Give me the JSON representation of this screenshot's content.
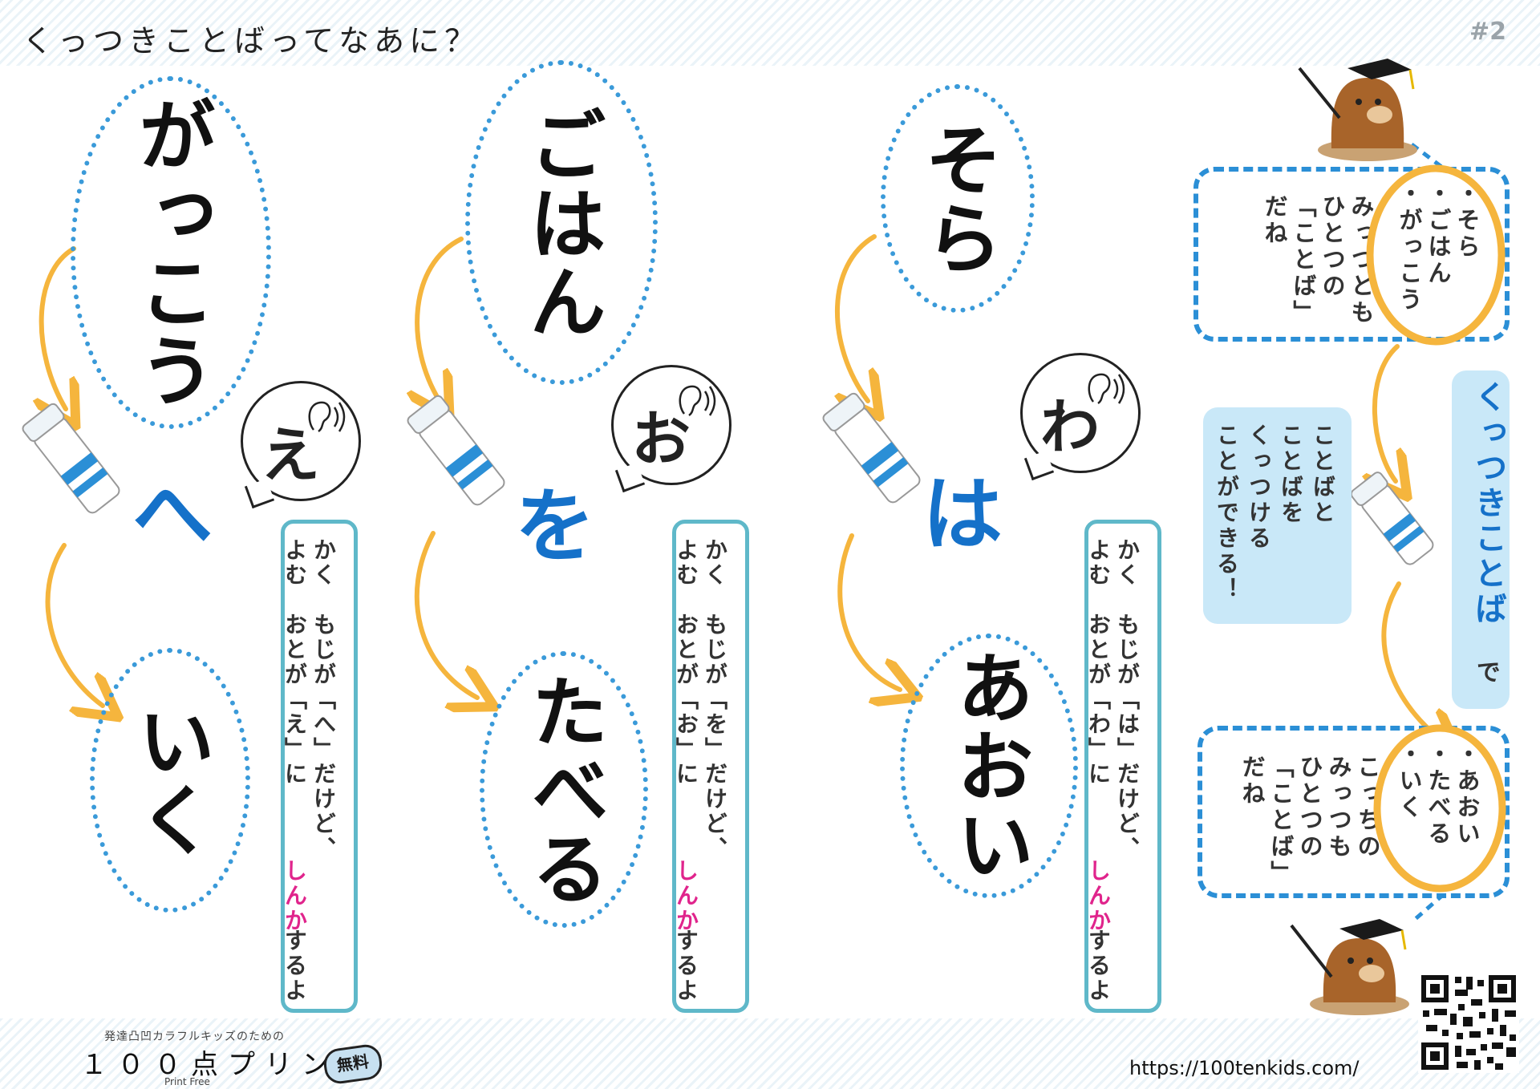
{
  "header": {
    "title": "くっつきことばってなあに？",
    "page_number": "#2"
  },
  "columns": [
    {
      "top_word": "がっこう",
      "particle": "へ",
      "sound": "え",
      "bottom_word": "いく",
      "note": {
        "line1": "かく　もじが「へ」だけど、",
        "line2": "よむ　おとが「え」に",
        "shinka": "しんか",
        "end": "するよ"
      }
    },
    {
      "top_word": "ごはん",
      "particle": "を",
      "sound": "お",
      "bottom_word": "たべる",
      "note": {
        "line1": "かく　もじが「を」だけど、",
        "line2": "よむ　おとが「お」に",
        "shinka": "しんか",
        "end": "するよ"
      }
    },
    {
      "top_word": "そら",
      "particle": "は",
      "sound": "わ",
      "bottom_word": "あおい",
      "note": {
        "line1": "かく　もじが「は」だけど、",
        "line2": "よむ　おとが「わ」に",
        "shinka": "しんか",
        "end": "するよ"
      }
    }
  ],
  "explain": {
    "box1": {
      "items": [
        "・そら",
        "・ごはん",
        "・がっこう"
      ],
      "lines": [
        "みっつとも",
        "ひとつの",
        "「ことば」",
        "だね"
      ]
    },
    "keyword": "くっつきことば",
    "keyword_suffix": "で",
    "panel_lines": [
      "ことばと",
      "ことばを",
      "くっつける",
      "ことができる！"
    ],
    "box2": {
      "items": [
        "・あおい",
        "・たべる",
        "・いく"
      ],
      "lines": [
        "こっちの",
        "みっつも",
        "ひとつの",
        "「ことば」",
        "だね"
      ]
    }
  },
  "footer": {
    "tagline": "発達凸凹カラフルキッズのための",
    "brand": "１００点プリント",
    "badge": "無料",
    "small": "Print Free",
    "url": "https://100tenkids.com/"
  },
  "colors": {
    "accent_blue": "#1571c9",
    "dotted_blue": "#3a9ad9",
    "arrow_orange": "#f5b53d",
    "shinka_pink": "#e0248c",
    "note_border": "#5fb8c9"
  }
}
